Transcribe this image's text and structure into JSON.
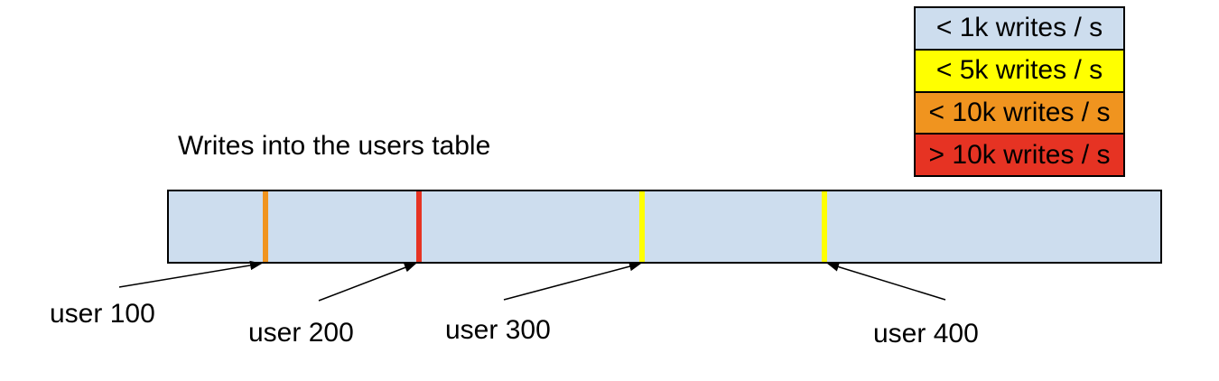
{
  "title": "Writes into the users table",
  "legend": {
    "items": [
      {
        "label": "< 1k writes / s",
        "color": "#cdddee"
      },
      {
        "label": "< 5k writes / s",
        "color": "#ffff00"
      },
      {
        "label": "< 10k writes / s",
        "color": "#f0941f"
      },
      {
        "label": "> 10k writes / s",
        "color": "#e63323"
      }
    ]
  },
  "bar": {
    "fill": "#cdddee",
    "border_color": "#000000"
  },
  "users": [
    {
      "name": "user 100",
      "stripe_color": "#f0941f",
      "stripe_x_pct": 9.7
    },
    {
      "name": "user 200",
      "stripe_color": "#e63323",
      "stripe_x_pct": 25.2
    },
    {
      "name": "user 300",
      "stripe_color": "#ffff00",
      "stripe_x_pct": 47.7
    },
    {
      "name": "user 400",
      "stripe_color": "#ffff00",
      "stripe_x_pct": 66.1
    }
  ]
}
